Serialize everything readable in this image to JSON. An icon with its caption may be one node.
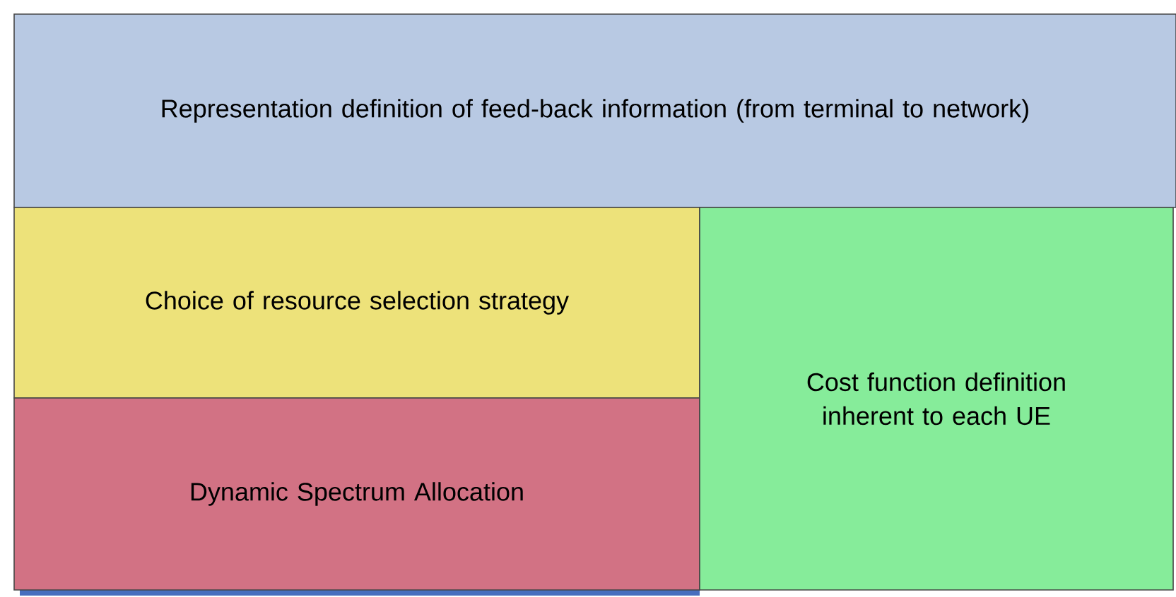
{
  "diagram": {
    "nodes": [
      {
        "text": [
          "Representation definition of feed-back information (from terminal to network)"
        ]
      },
      {
        "text": [
          "Choice of resource selection strategy"
        ]
      },
      {
        "text": [
          "Dynamic Spectrum Allocation"
        ]
      },
      {
        "text": [
          "Cost function definition inherent to each UE"
        ]
      }
    ]
  }
}
